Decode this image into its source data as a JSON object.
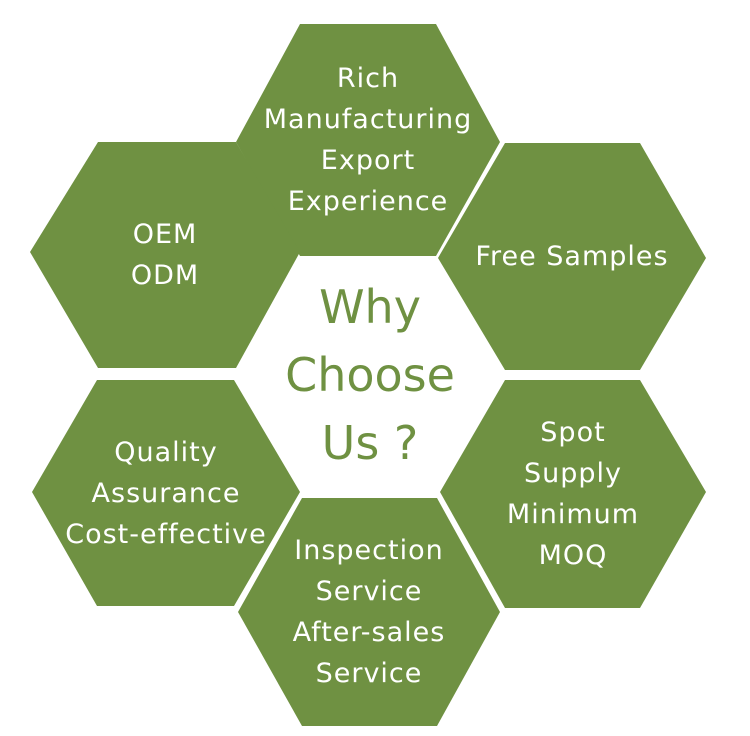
{
  "colors": {
    "hex_fill": "#6f9142",
    "hex_text": "#ffffff",
    "center_text": "#6f9142",
    "background": "#ffffff"
  },
  "center": {
    "lines": [
      "Why",
      "Choose",
      "Us ?"
    ]
  },
  "hexagons": {
    "top": {
      "lines": [
        "Rich",
        "Manufacturing",
        "Export",
        "Experience"
      ]
    },
    "upper_left": {
      "lines": [
        "OEM",
        "ODM"
      ]
    },
    "upper_right": {
      "lines": [
        "Free Samples"
      ]
    },
    "lower_left": {
      "lines": [
        "Quality",
        "Assurance",
        "Cost-effective"
      ]
    },
    "lower_right": {
      "lines": [
        "Spot",
        "Supply",
        "Minimum",
        "MOQ"
      ]
    },
    "bottom": {
      "lines": [
        "Inspection",
        "Service",
        "After-sales",
        "Service"
      ]
    }
  }
}
